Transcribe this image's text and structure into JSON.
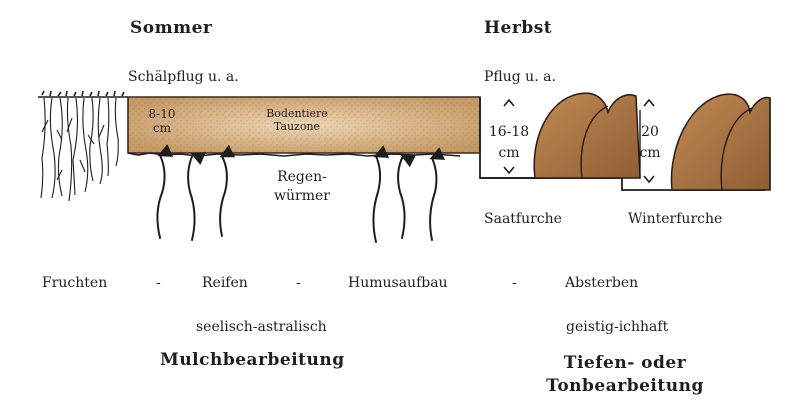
{
  "summer": {
    "title": "Sommer",
    "tool": "Schälpflug u. a.",
    "depth_line1": "8-10",
    "depth_line2": "cm",
    "zone_line1": "Bodentiere",
    "zone_line2": "Tauzone",
    "worms_line1": "Regen-",
    "worms_line2": "würmer"
  },
  "autumn": {
    "title": "Herbst",
    "tool": "Pflug u. a.",
    "seed_depth_line1": "16-18",
    "seed_depth_line2": "cm",
    "winter_depth_line1": "20",
    "winter_depth_line2": "cm",
    "seed_furrow": "Saatfurche",
    "winter_furrow": "Winterfurche"
  },
  "cycle": {
    "stage1": "Fruchten",
    "stage2": "Reifen",
    "stage3": "Humusaufbau",
    "stage4": "Absterben",
    "sep1": "-",
    "sep2": "-",
    "sep3": "-"
  },
  "qualities": {
    "left": "seelisch-astralisch",
    "right": "geistig-ichhaft"
  },
  "methods": {
    "left": "Mulchbearbeitung",
    "right_line1": "Tiefen- oder",
    "right_line2": "Tonbearbeitung"
  },
  "colors": {
    "soil": "#c9a16e",
    "clod": "#b07a48",
    "ink": "#1e1e1e"
  }
}
